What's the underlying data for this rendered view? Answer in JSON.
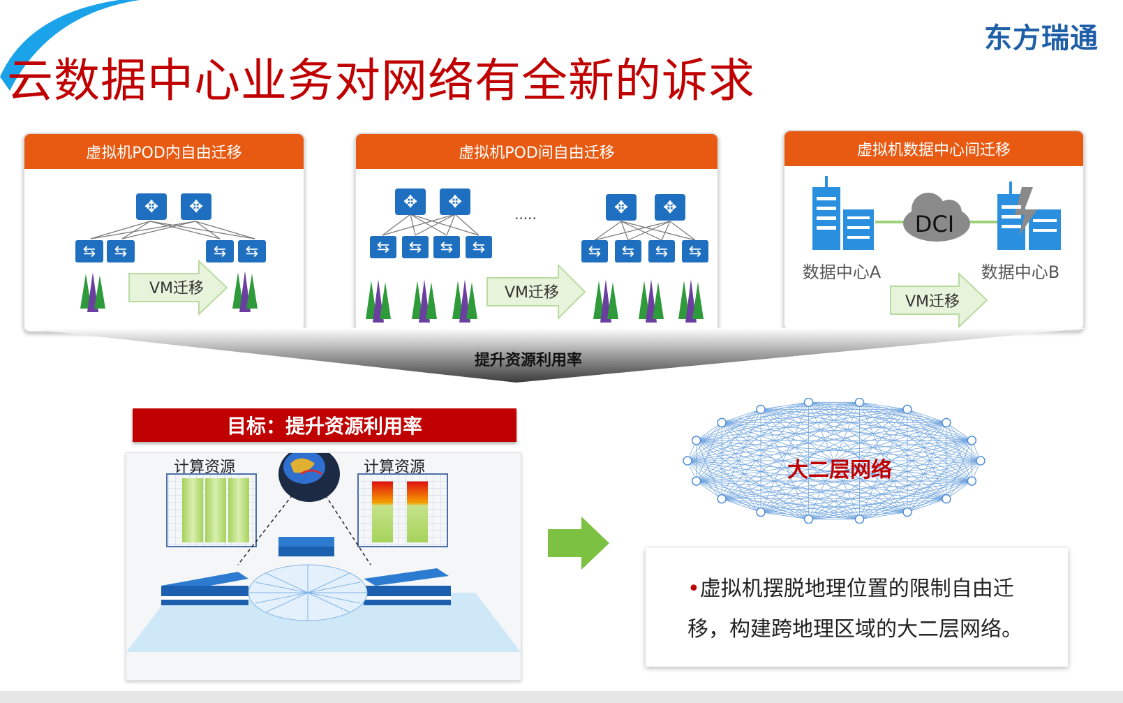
{
  "brand": {
    "logo_text": "东方瑞通"
  },
  "slide": {
    "title": "云数据中心业务对网络有全新的诉求"
  },
  "panels": [
    {
      "header": "虚拟机POD内自由迁移",
      "migrate_label": "VM迁移"
    },
    {
      "header": "虚拟机POD间自由迁移",
      "migrate_label": "VM迁移",
      "ellipsis": "....."
    },
    {
      "header": "虚拟机数据中心间迁移",
      "migrate_label": "VM迁移",
      "dc_a": "数据中心A",
      "dc_b": "数据中心B",
      "dci": "DCI"
    }
  ],
  "funnel": {
    "label": "提升资源利用率"
  },
  "goal": {
    "banner": "目标：提升资源利用率",
    "left_resource_label": "计算资源",
    "right_resource_label": "计算资源",
    "left_bar_fill": [
      1.0,
      1.0,
      1.0
    ],
    "right_bar_fill": [
      0.95,
      0.95
    ]
  },
  "network": {
    "label": "大二层网络"
  },
  "description": {
    "bullet": "•",
    "text": "虚拟机摆脱地理位置的限制自由迁移，构建跨地理区域的大二层网络。"
  },
  "colors": {
    "title_red": "#c00000",
    "panel_orange": "#e85a12",
    "brand_blue": "#1f5fa8",
    "icon_blue": "#1f6fc0",
    "arrow_green": "#7dc142"
  },
  "icons": [
    "core-switch-icon",
    "access-switch-icon",
    "vm-cluster-icon",
    "building-icon",
    "cloud-icon",
    "brain-head-icon",
    "network-mesh-icon"
  ]
}
